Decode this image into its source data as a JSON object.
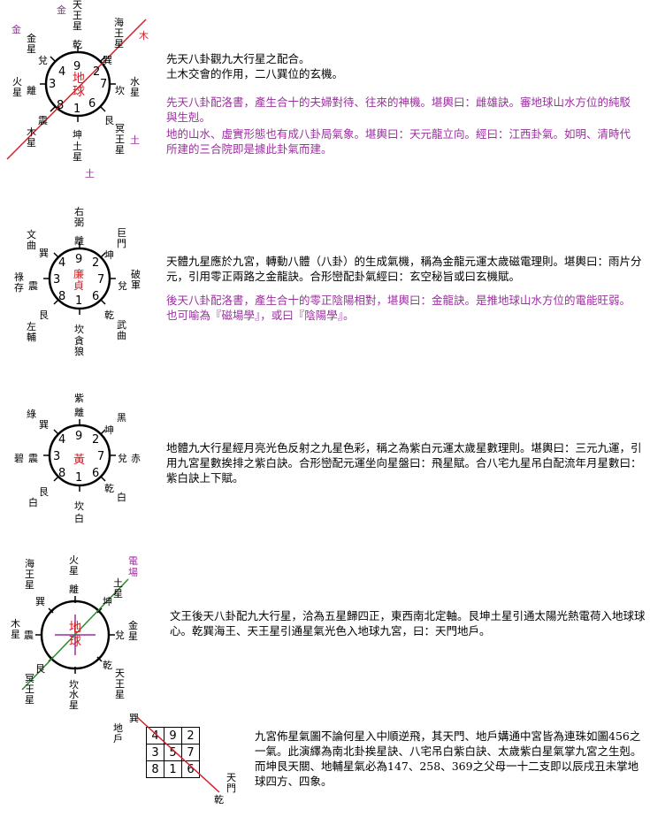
{
  "colors": {
    "red": "#d4202a",
    "purple": "#9a2f9e",
    "green": "#2a8a2a",
    "orange": "#c87a00"
  },
  "fig1": {
    "top_label": "天\n王\n星",
    "top_trigram": "乾",
    "gold_left": "金",
    "gold_top": "金",
    "left_upper": "金\n星",
    "left_upper_trigram": "兌",
    "left": "火\n星",
    "left_trigram": "離",
    "left_lower_trigram": "震",
    "left_lower": "木\n星",
    "bottom_trigram": "坤",
    "bottom": "土\n星",
    "right_upper": "海\n王\n星",
    "right_upper_trigram": "巽",
    "right_trigram": "坎",
    "right": "水\n星",
    "right_lower_trigram": "艮",
    "right_lower": "冥\n王\n星",
    "wood": "木",
    "earth_right": "土",
    "earth_bottom": "土",
    "center": "地\n球",
    "nums": [
      "9",
      "2",
      "3",
      "7",
      "6",
      "8",
      "1",
      "4"
    ]
  },
  "fig2": {
    "top": "右\n弼",
    "top_trigram": "離",
    "ul": "文\n曲",
    "ul_trigram": "巽",
    "ur": "巨\n門",
    "ur_trigram": "坤",
    "left": "祿\n存",
    "left_trigram": "震",
    "right_trigram": "兌",
    "right": "破\n軍",
    "ll_trigram": "艮",
    "ll": "左\n輔",
    "lr_trigram": "乾",
    "lr": "武\n曲",
    "bottom_trigram": "坎",
    "bottom": "貪\n狼",
    "center": "廉\n貞",
    "nums": [
      "4",
      "9",
      "2",
      "3",
      "7",
      "8",
      "1",
      "6"
    ]
  },
  "fig3": {
    "top": "紫",
    "top_trigram": "離",
    "ul": "綠",
    "ul_trigram": "巽",
    "ur": "黑",
    "ur_trigram": "坤",
    "left": "碧",
    "left_trigram": "震",
    "right_trigram": "兌",
    "right": "赤",
    "ll_trigram": "艮",
    "ll": "白",
    "lr_trigram": "乾",
    "lr": "白",
    "bottom_trigram": "坎",
    "bottom": "白",
    "center": "黃",
    "nums": [
      "4",
      "9",
      "2",
      "3",
      "7",
      "8",
      "1",
      "6"
    ]
  },
  "fig4": {
    "top": "火\n星",
    "top_trigram": "離",
    "ul": "海\n王\n星",
    "ul_trigram": "巽",
    "ur_label": "電\n場",
    "ur": "土\n星",
    "ur_trigram": "坤",
    "left": "木\n星",
    "left_trigram": "震",
    "right_trigram": "兌",
    "right": "金\n星",
    "ll_trigram": "艮",
    "ll": "冥\n王\n星",
    "lr_trigram": "乾",
    "lr": "天\n王\n星",
    "bottom_trigram": "坎",
    "bottom": "水\n星",
    "center": "地\n球"
  },
  "fig5": {
    "xun": "巽",
    "dihu": "地\n戶",
    "tianmen": "天\n門",
    "qian": "乾",
    "grid": [
      [
        "4",
        "9",
        "2"
      ],
      [
        "3",
        "5",
        "7"
      ],
      [
        "8",
        "1",
        "6"
      ]
    ]
  },
  "texts": {
    "p1a": "先天八卦觀九大行星之配合。",
    "p1b": "土木交會的作用，二八巽位的玄機。",
    "p1c": "先天八卦配洛書，產生合十的夫婦對待、往來的神機。堪輿曰：雌雄訣。審地球山水方位的純駁與生剋。",
    "p1d": "地的山水、虛實形態也有成八卦局氣象。堪輿曰：天元龍立向。經曰：江西卦氣。如明、清時代所建的三合院即是據此卦氣而建。",
    "p2a": "天體九星應於九宮，轉動八體（八卦）的生成氣機，稱為金龍元運太歲磁電理則。堪輿曰：雨片分元，引用零正兩路之金龍訣。合形巒配卦氣經曰：玄空秘旨或曰玄機賦。",
    "p2b": "後天八卦配洛書，產生合十的零正陰陽相對，堪輿曰：金龍訣。是推地球山水方位的電能旺弱。也可喻為『磁場學』，或曰『陰陽學』。",
    "p3": "地體九大行星經月亮光色反射之九星色彩，稱之為紫白元運太歲星數理則。堪輿曰：三元九運，引用九宮星數挨排之紫白訣。合形巒配元運坐向星盤曰：飛星賦。合八宅九星吊白配流年月星數曰：紫白訣上下賦。",
    "p4": "文王後天八卦配九大行星，洽為五星歸四正，東西南北定軸。艮坤土星引通太陽光熱電荷入地球球心。乾巽海王、天王星引通星氣光色入地球九宮，曰：天門地戶。",
    "p5": "九宮佈星氣圖不論何星入中順逆飛，其天門、地戶媾通中宮皆為連珠如圖456之一氣。此演繹為南北卦挨星訣、八宅吊白紫白訣、太歲紫白星氣掌九宮之生剋。而坤艮天關、地輔星氣必為147、258、369之父母一十二支即以辰戌丑未掌地球四方、四象。"
  }
}
